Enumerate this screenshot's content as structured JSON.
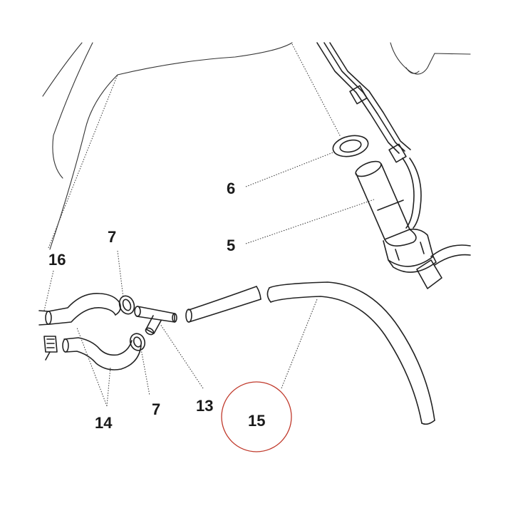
{
  "callouts": {
    "c5": "5",
    "c6": "6",
    "c7a": "7",
    "c7b": "7",
    "c13": "13",
    "c14": "14",
    "c15": "15",
    "c16": "16"
  },
  "highlight": {
    "target": "15",
    "color": "#c0392b"
  }
}
